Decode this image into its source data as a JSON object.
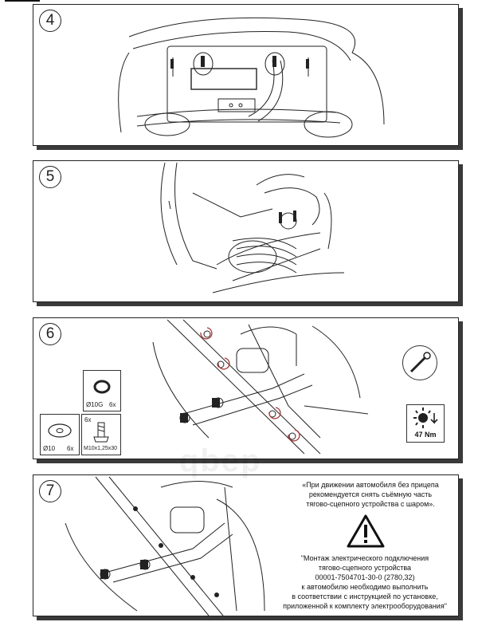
{
  "steps": {
    "s4": {
      "number": "4"
    },
    "s5": {
      "number": "5"
    },
    "s6": {
      "number": "6",
      "parts": {
        "washer_grower": {
          "size": "Ø10G",
          "qty": "6x"
        },
        "washer_flat": {
          "size": "Ø10",
          "qty": "6x"
        },
        "bolt": {
          "qty": "6x",
          "size": "M10x1,25x30"
        }
      },
      "torque": "47 Nm",
      "tool": "torque-wrench-icon"
    },
    "s7": {
      "number": "7",
      "note_top": [
        "«При движении автомобиля без прицепа",
        "рекомендуется снять съёмную часть",
        "тягово-сцепного устройства с шаром»."
      ],
      "note_bottom": [
        "\"Монтаж электрического подключения",
        "тягово-сцепного устройства",
        "00001-7504701-30-0 (2780,32)",
        "к автомобилю необходимо выполнить",
        "в соответствии с инструкцией по установке,",
        "приложенной к комплекту электрооборудования\""
      ],
      "warning_icon": "warning-triangle-icon"
    }
  },
  "watermark": "qbep"
}
